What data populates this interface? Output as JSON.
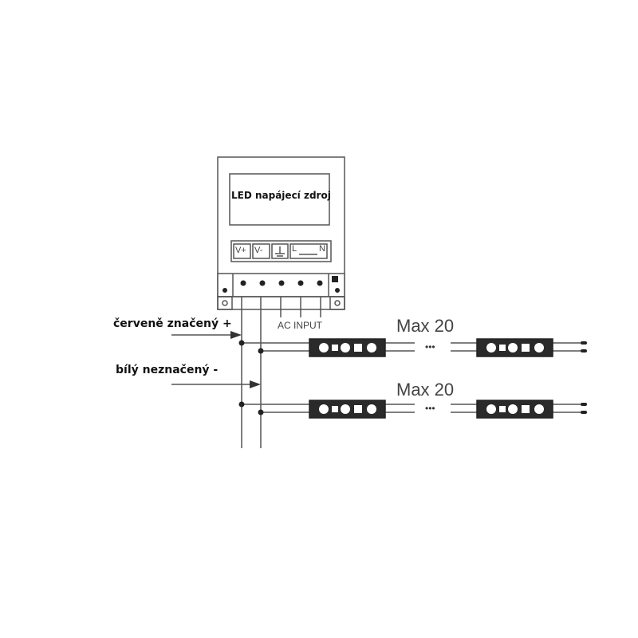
{
  "power_supply": {
    "title": "LED napájecí zdroj",
    "terminals": [
      "V+",
      "V-",
      "⏚",
      "L",
      "N"
    ],
    "ac_input_label": "AC INPUT"
  },
  "wires": {
    "positive_label": "červeně značený +",
    "negative_label": "bílý neznačený -"
  },
  "rows": [
    {
      "max_label": "Max 20",
      "ellipsis": "•••"
    },
    {
      "max_label": "Max 20",
      "ellipsis": "•••"
    }
  ]
}
